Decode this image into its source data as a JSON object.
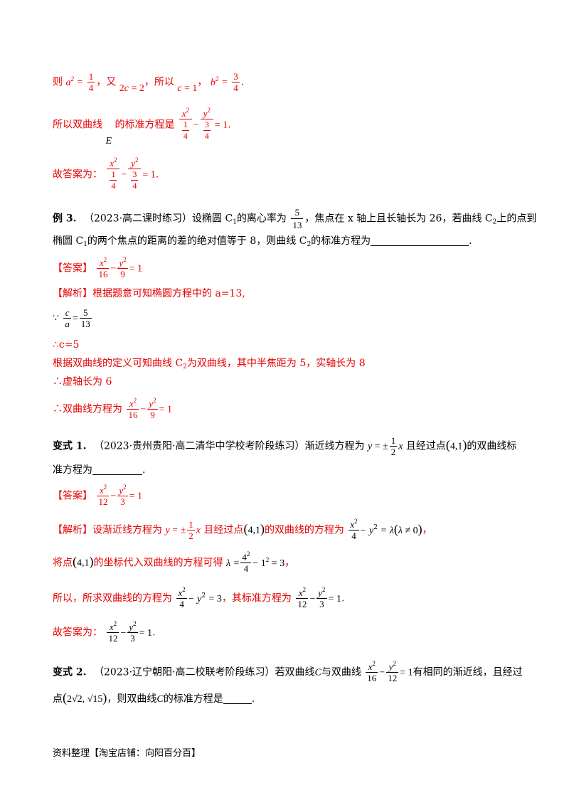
{
  "l1": {
    "a": "则",
    "b": "，又",
    "c": "，所以",
    "d": "，",
    "e": "."
  },
  "l2": {
    "a": "所以双曲线",
    "E": "E",
    "b": "的标准方程是",
    "c": "."
  },
  "l3": {
    "a": "故答案为：",
    "c": "."
  },
  "ex3": {
    "label": "例 3.",
    "source": "（2023·高二课时练习）设椭圆 C",
    "s1": "的离心率为",
    "s2": "，焦点在 x 轴上且长轴长为 26，若曲线 C",
    "s3": "上的点到",
    "line2a": "椭圆 C",
    "line2b": "的两个焦点的距离的差的绝对值等于 8，则曲线 C",
    "line2c": "的标准方程为",
    "line2d": ".",
    "answer_tag": "【答案】",
    "analysis_tag": "【解析】",
    "analysis_text": "根据题意可知椭圆方程中的 a=13,",
    "because": "∵",
    "therefore_c": "∴c=5",
    "def_a": "根据双曲线的定义可知曲线 C",
    "def_b": "为双曲线，其中半焦距为 5，实轴长为 8",
    "virtual": "∴虚轴长为 6",
    "eq_a": "∴双曲线方程为"
  },
  "v1": {
    "label": "变式 1.",
    "source": "（2023·贵州贵阳·高二清华中学校考阶段练习）渐近线方程为",
    "s1": "且经过点",
    "s2": "的双曲线标",
    "line2a": "准方程为",
    "line2b": ".",
    "answer_tag": "【答案】",
    "analysis_tag": "【解析】",
    "a1": "设渐近线方程为",
    "a2": "且经过点",
    "a3": "的双曲线的方程为",
    "a4": "，",
    "p1": "将点",
    "p2": "的坐标代入双曲线的方程可得",
    "p3": "，",
    "s3a": "所以，所求双曲线的方程为",
    "s3b": "，其标准方程为",
    "s3c": ".",
    "ans_a": "故答案为：",
    "ans_b": "."
  },
  "v2": {
    "label": "变式 2.",
    "source": "（2023·辽宁朝阳·高二校联考阶段练习）若双曲线",
    "s1": "与双曲线",
    "s2": "有相同的渐近线，且经过",
    "line2a": "点",
    "line2b": "，则双曲线",
    "line2c": "的标准方程是",
    "line2d": "."
  },
  "footer": "资料整理【淘宝店铺：向阳百分百】"
}
